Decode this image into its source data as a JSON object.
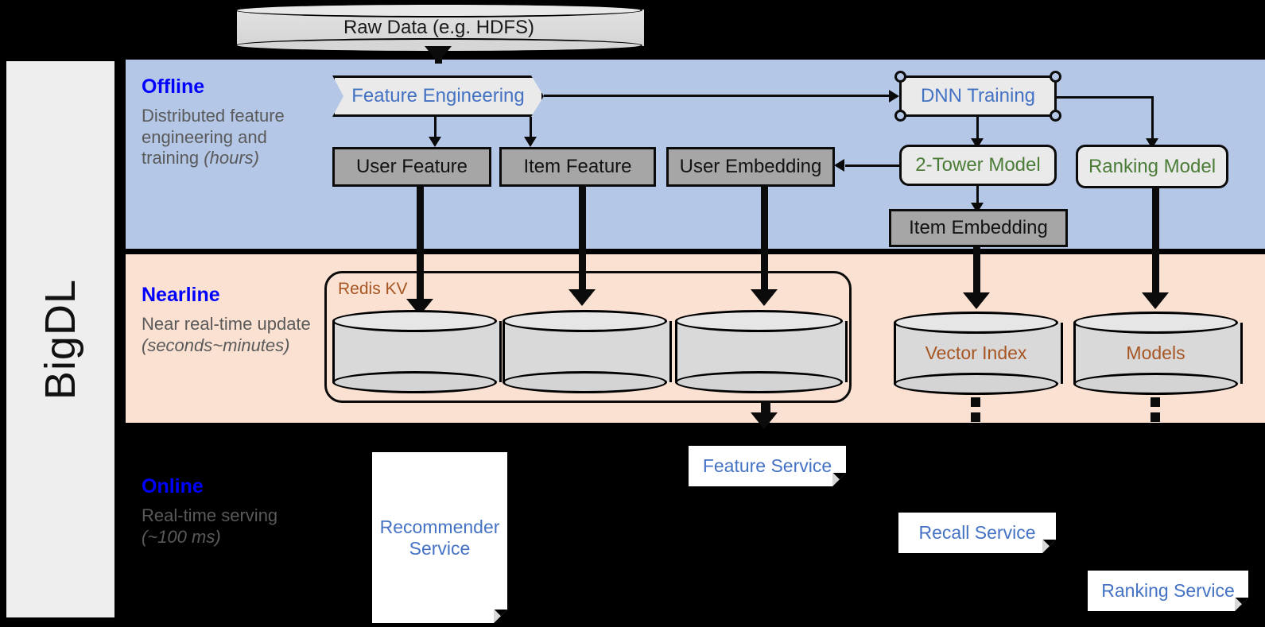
{
  "framework": {
    "name": "BigDL"
  },
  "sections": [
    {
      "id": "offline",
      "title": "Offline",
      "desc_line1": "Distributed feature engineering and training ",
      "desc_em": "(hours)"
    },
    {
      "id": "nearline",
      "title": "Nearline",
      "desc_line1": "Near real-time update ",
      "desc_em": "(seconds~minutes)"
    },
    {
      "id": "online",
      "title": "Online",
      "desc_line1": "Real-time serving ",
      "desc_em": "(~100 ms)"
    }
  ],
  "source": {
    "label": "Raw Data (e.g. HDFS)"
  },
  "offline": {
    "feature_engineering": "Feature Engineering",
    "dnn_training": "DNN Training",
    "user_feature": "User Feature",
    "item_feature": "Item Feature",
    "user_embedding": "User Embedding",
    "two_tower_model": "2-Tower Model",
    "ranking_model": "Ranking Model",
    "item_embedding": "Item Embedding"
  },
  "nearline": {
    "redis_group": "Redis KV",
    "store_user_feature": "",
    "store_item_feature": "",
    "store_user_embedding": "",
    "vector_index": "Vector Index",
    "models": "Models"
  },
  "online": {
    "recommender_service": "Recommender Service",
    "feature_service": "Feature Service",
    "recall_service": "Recall Service",
    "ranking_service": "Ranking Service"
  },
  "colors": {
    "offline_band": "#b4c7e7",
    "nearline_band": "#fae1d2",
    "online_band": "#000000",
    "section_title": "#0000ff",
    "section_desc": "#5a5a5a",
    "process_text": "#4472c4",
    "model_text": "#4a7c37",
    "store_text": "#a65523",
    "data_box_fill": "#a6a6a6",
    "rail_fill": "#eeeeee"
  }
}
